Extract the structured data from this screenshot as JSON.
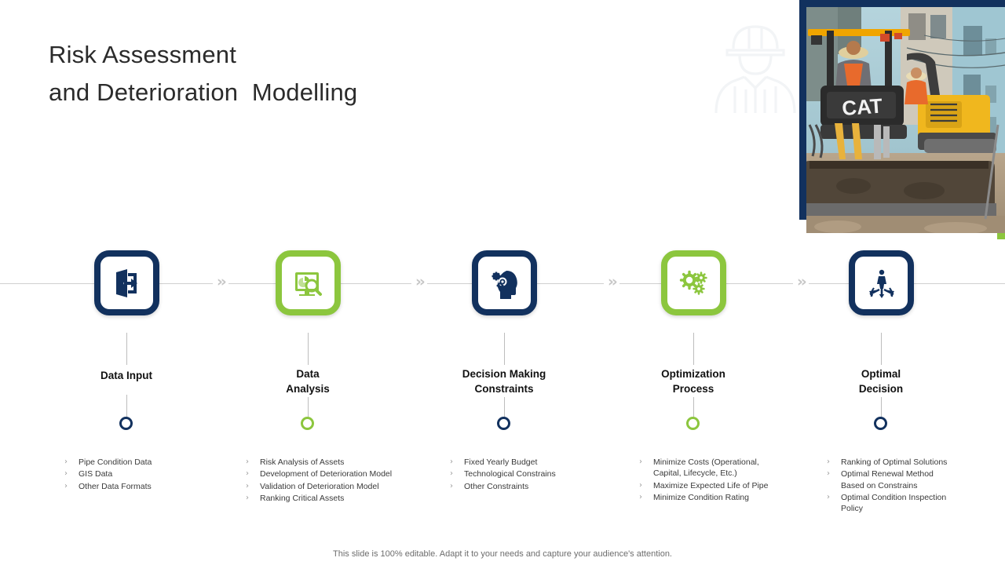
{
  "slide": {
    "title_line1": "Risk Assessment",
    "title_line2": "and Deterioration  Modelling",
    "footer_note": "This slide is 100% editable. Adapt it to your needs and capture your audience's attention.",
    "colors": {
      "navy": "#12315e",
      "green": "#8cc63e",
      "rail": "#cfcfcf",
      "text": "#2b2b2b",
      "bullet_text": "#3a3a3a"
    }
  },
  "media": {
    "photo_alt": "construction-site-backhoe-loader-and-road-roller",
    "watermark_icon": "construction-worker-hardhat-icon"
  },
  "process": {
    "separator": "››",
    "bullet_mark": "›",
    "stages": [
      {
        "id": "data-input",
        "label_line1": "Data Input",
        "label_line2": "",
        "color": "navy",
        "icon": "door-entry-icon",
        "bullets": [
          "Pipe Condition Data",
          "GIS Data",
          "Other Data Formats"
        ]
      },
      {
        "id": "data-analysis",
        "label_line1": "Data",
        "label_line2": "Analysis",
        "color": "green",
        "icon": "monitor-chart-magnifier-icon",
        "bullets": [
          "Risk Analysis of Assets",
          "Development of Deterioration Model",
          "Validation of Deterioration Model",
          "Ranking Critical Assets"
        ]
      },
      {
        "id": "decision-making-constraints",
        "label_line1": "Decision Making",
        "label_line2": "Constraints",
        "color": "navy",
        "icon": "head-with-gears-icon",
        "bullets": [
          "Fixed Yearly Budget",
          "Technological Constrains",
          "Other Constraints"
        ]
      },
      {
        "id": "optimization-process",
        "label_line1": "Optimization",
        "label_line2": "Process",
        "color": "green",
        "icon": "gears-icon",
        "bullets": [
          "Minimize Costs (Operational, Capital, Lifecycle, Etc.)",
          "Maximize Expected Life of Pipe",
          "Minimize Condition Rating"
        ]
      },
      {
        "id": "optimal-decision",
        "label_line1": "Optimal",
        "label_line2": "Decision",
        "color": "navy",
        "icon": "person-with-arrows-icon",
        "bullets": [
          "Ranking of Optimal Solutions",
          "Optimal Renewal Method Based on Constrains",
          "Optimal Condition Inspection Policy"
        ]
      }
    ]
  }
}
